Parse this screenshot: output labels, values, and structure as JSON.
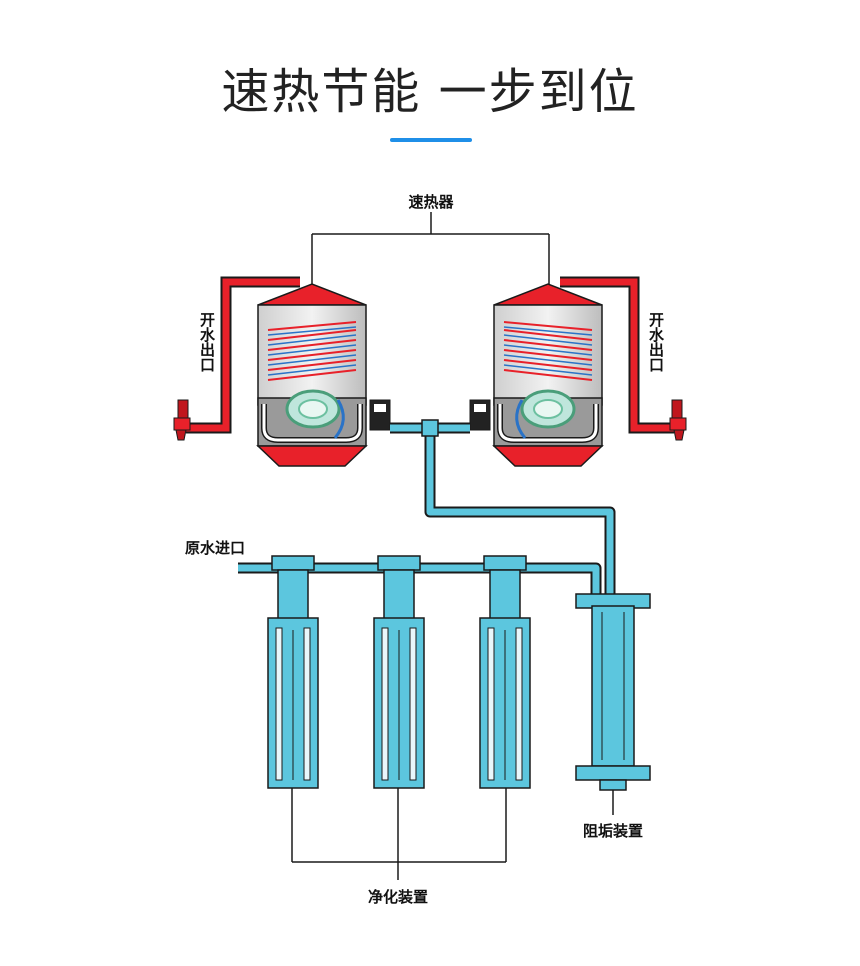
{
  "title": "速热节能 一步到位",
  "accent_color": "#1f8fe8",
  "colors": {
    "hot_pipe": "#e8212a",
    "water_pipe": "#5cc6de",
    "outline": "#1a1a1a"
  },
  "labels": {
    "heater": "速热器",
    "hot_outlet": "开水出口",
    "raw_inlet": "原水进口",
    "scale_device": "阻垢装置",
    "purify_device": "净化装置"
  }
}
